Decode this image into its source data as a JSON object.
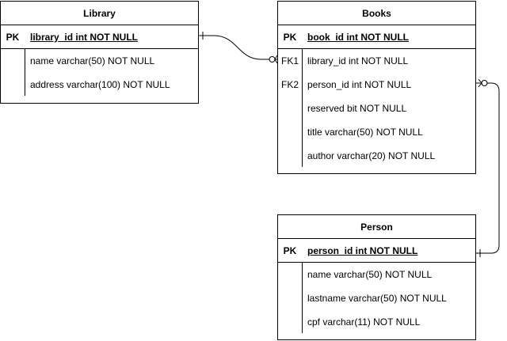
{
  "entities": {
    "library": {
      "title": "Library",
      "pk": {
        "key": "PK",
        "field": "library_id int NOT NULL"
      },
      "fields": [
        {
          "key": "",
          "field": "name varchar(50) NOT NULL"
        },
        {
          "key": "",
          "field": "address varchar(100) NOT NULL"
        }
      ]
    },
    "books": {
      "title": "Books",
      "pk": {
        "key": "PK",
        "field": "book_id int NOT NULL"
      },
      "fields": [
        {
          "key": "FK1",
          "field": "library_id int NOT NULL"
        },
        {
          "key": "FK2",
          "field": "person_id int NOT NULL"
        },
        {
          "key": "",
          "field": "reserved bit NOT NULL"
        },
        {
          "key": "",
          "field": "title varchar(50) NOT NULL"
        },
        {
          "key": "",
          "field": "author varchar(20) NOT NULL"
        }
      ]
    },
    "person": {
      "title": "Person",
      "pk": {
        "key": "PK",
        "field": "person_id int NOT NULL"
      },
      "fields": [
        {
          "key": "",
          "field": "name varchar(50) NOT NULL"
        },
        {
          "key": "",
          "field": "lastname varchar(50) NOT NULL"
        },
        {
          "key": "",
          "field": "cpf varchar(11) NOT NULL"
        }
      ]
    }
  },
  "relationships": [
    {
      "from": "library.library_id",
      "to": "books.library_id",
      "from_end": "one",
      "to_end": "zero-or-many"
    },
    {
      "from": "person.person_id",
      "to": "books.person_id",
      "from_end": "one",
      "to_end": "zero-or-many"
    }
  ]
}
